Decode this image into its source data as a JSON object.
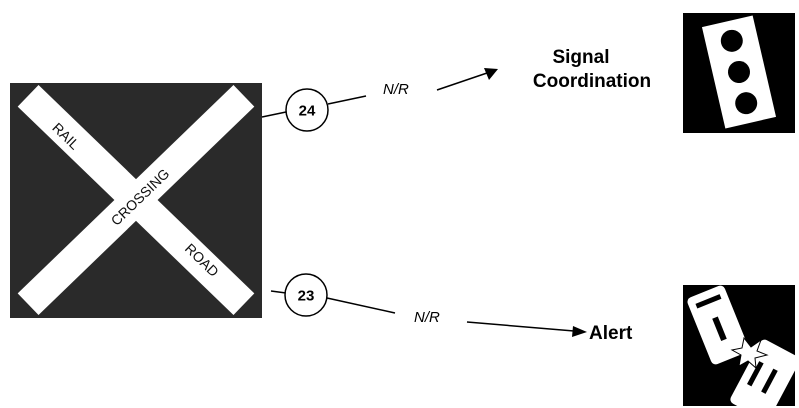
{
  "sign": {
    "arm1_word_a": "RAIL",
    "arm1_word_b": "ROAD",
    "arm2_word": "CROSSING"
  },
  "connector_top": {
    "number": "24",
    "label": "N/R",
    "target_line1": "Signal",
    "target_line2": "Coordination"
  },
  "connector_bottom": {
    "number": "23",
    "label": "N/R",
    "target": "Alert"
  },
  "icons": {
    "top": "traffic-signal-icon",
    "bottom": "vehicle-collision-icon"
  },
  "colors": {
    "sign_background": "#2a2a2a",
    "icon_background": "#000000",
    "stripe": "#ffffff"
  }
}
